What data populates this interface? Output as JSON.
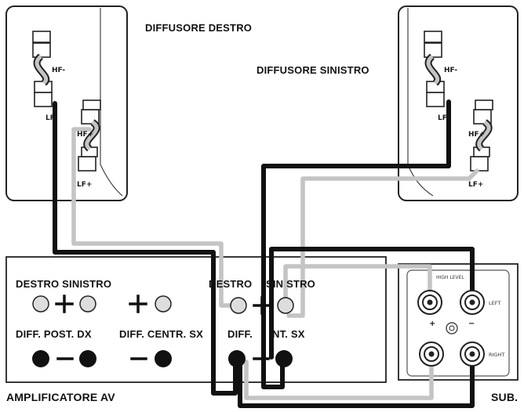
{
  "speakers": {
    "right_title": "DIFFUSORE DESTRO",
    "left_title": "DIFFUSORE SINISTRO",
    "hf_minus": "HF-",
    "hf_plus": "HF+",
    "lf_minus": "LF-",
    "lf_plus": "LF+"
  },
  "amplifier": {
    "title": "AMPLIFICATORE AV",
    "row1_left": "DESTRO SINISTRO",
    "row1_right_a": "DESTRO",
    "row1_right_b": "SIN STRO",
    "row2_a": "DIFF. POST. DX",
    "row2_b": "DIFF. CENTR. SX",
    "row2_c": "DIFF.",
    "row2_d": "NT. SX"
  },
  "subwoofer": {
    "title": "SUB.",
    "header": "HIGH LEVEL",
    "left": "LEFT",
    "right": "RIGHT",
    "plus": "+",
    "minus": "−"
  },
  "colors": {
    "black_cable": "#111111",
    "gray_cable": "#c4c4c4",
    "outline": "#222222"
  }
}
